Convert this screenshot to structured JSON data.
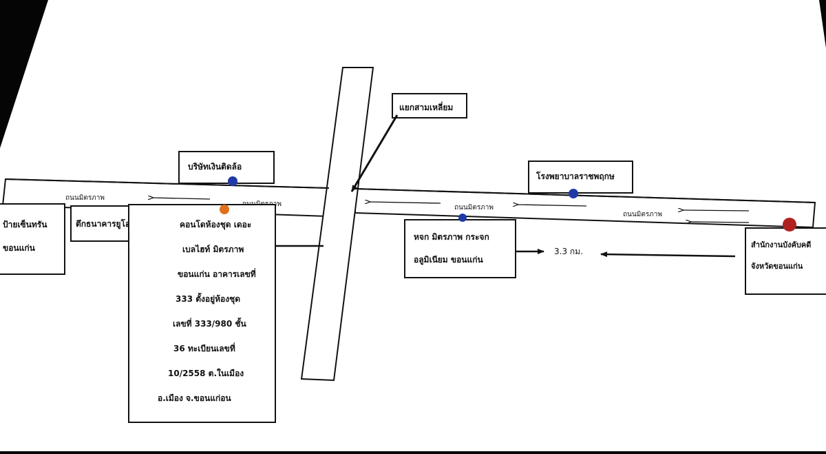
{
  "map": {
    "roads": {
      "west_upper": "ถนนมิตรภาพ",
      "west_lower": "ถนนมิตรภาพ",
      "east_center": "ถนนมิตรภาพ",
      "east_right": "ถนนมิตรภาพ"
    },
    "junction": "แยกสามเหลี่ยม",
    "distance": "3.3 กม.",
    "landmarks": {
      "finance": "บริษัทเงินติดล้อ",
      "hospital": "โรงพยาบาลราชพฤกษ",
      "sign_lines": [
        "ป้ายเซ็นทรัน",
        "ขอนแก่น"
      ],
      "bank": "ตึกธนาคารยูโอบี",
      "aluminium_lines": [
        "หจก มิตรภาพ กระจก",
        "อลูมิเนียม ขอนแก่น"
      ],
      "enforcement_lines": [
        "สำนักงานบังคับคดี",
        "จังหวัดขอนแก่น"
      ]
    },
    "property_lines": [
      "คอนโดห้องชุด เดอะ",
      "เบลไฮท์ มิตรภาพ",
      "ขอนแก่น อาคารเลขที่",
      "333 ตั้งอยู่ห้องชุด",
      "เลขที่ 333/980 ชั้น",
      "36 ทะเบียนเลขที่",
      "10/2558 ต.ในเมือง",
      "อ.เมือง จ.ขอนแก่อน"
    ],
    "colors": {
      "paper": "#ffffff",
      "background": "#050505",
      "ink": "#111111",
      "pin_blue": "#1f3aa6",
      "pin_orange": "#e0701c",
      "pin_red": "#b02020"
    }
  }
}
